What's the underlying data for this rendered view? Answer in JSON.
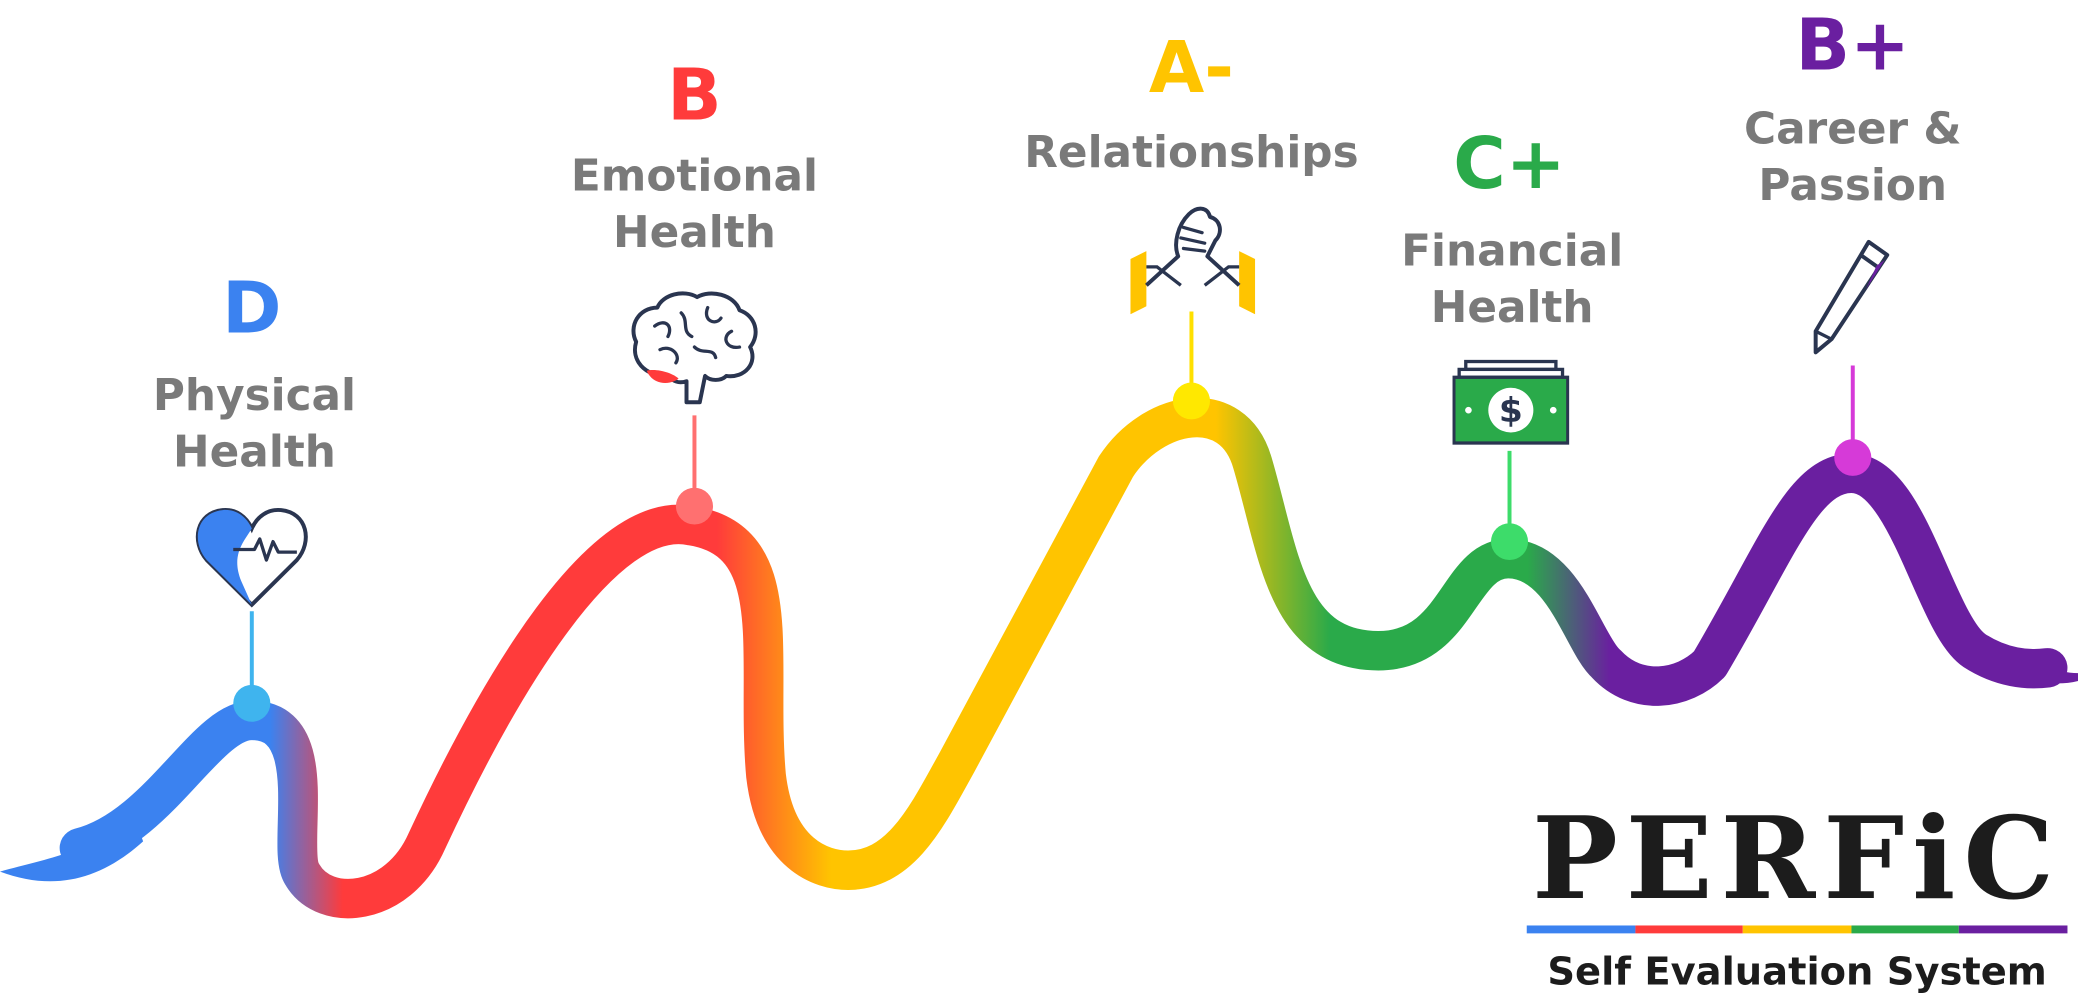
{
  "colors": {
    "physical": "#3b82f0",
    "emotional": "#ff3b3b",
    "relationships": "#ffc400",
    "financial": "#2aaa4a",
    "career": "#6a1fa0",
    "label_gray": "#7a7a7a"
  },
  "categories": [
    {
      "grade": "D",
      "label": "Physical\nHealth",
      "icon": "heart-pulse-icon"
    },
    {
      "grade": "B",
      "label": "Emotional\nHealth",
      "icon": "brain-icon"
    },
    {
      "grade": "A-",
      "label": "Relationships",
      "icon": "handshake-icon"
    },
    {
      "grade": "C+",
      "label": "Financial\nHealth",
      "icon": "money-stack-icon"
    },
    {
      "grade": "B+",
      "label": "Career &\nPassion",
      "icon": "pencil-icon"
    }
  ],
  "brand": {
    "title": "PERFiC",
    "subtitle": "Self Evaluation System",
    "bar_colors": [
      "#3b82f0",
      "#ff3b3b",
      "#ffc400",
      "#2aaa4a",
      "#6a1fa0"
    ]
  }
}
